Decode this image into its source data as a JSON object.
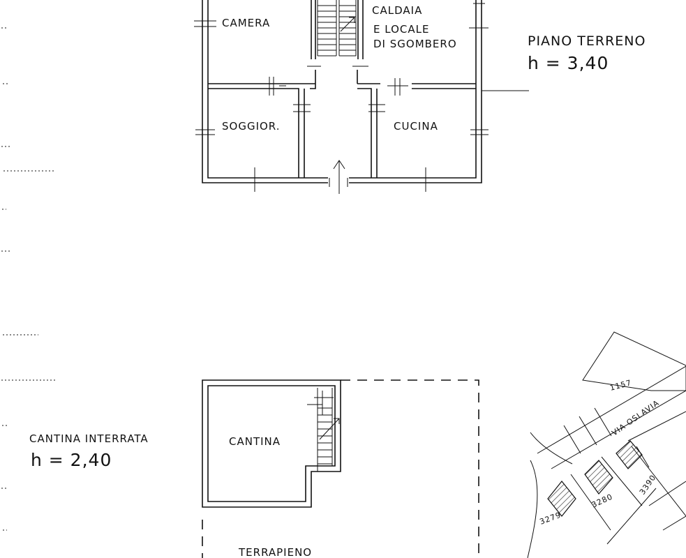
{
  "ground_floor": {
    "title": "PIANO TERRENO",
    "height": "h = 3,40",
    "rooms": {
      "camera": "CAMERA",
      "caldaia_1": "CALDAIA",
      "caldaia_2": "E LOCALE",
      "caldaia_3": "DI SGOMBERO",
      "soggiorno": "SOGGIOR.",
      "cucina": "CUCINA"
    }
  },
  "basement": {
    "title": "CANTINA INTERRATA",
    "height": "h = 2,40",
    "room": "CANTINA",
    "fill_area": "TERRAPIENO"
  },
  "site_plan": {
    "parcels": [
      "1157",
      "3279",
      "3280",
      "3390"
    ],
    "street": "VIA OSLAVIA"
  }
}
